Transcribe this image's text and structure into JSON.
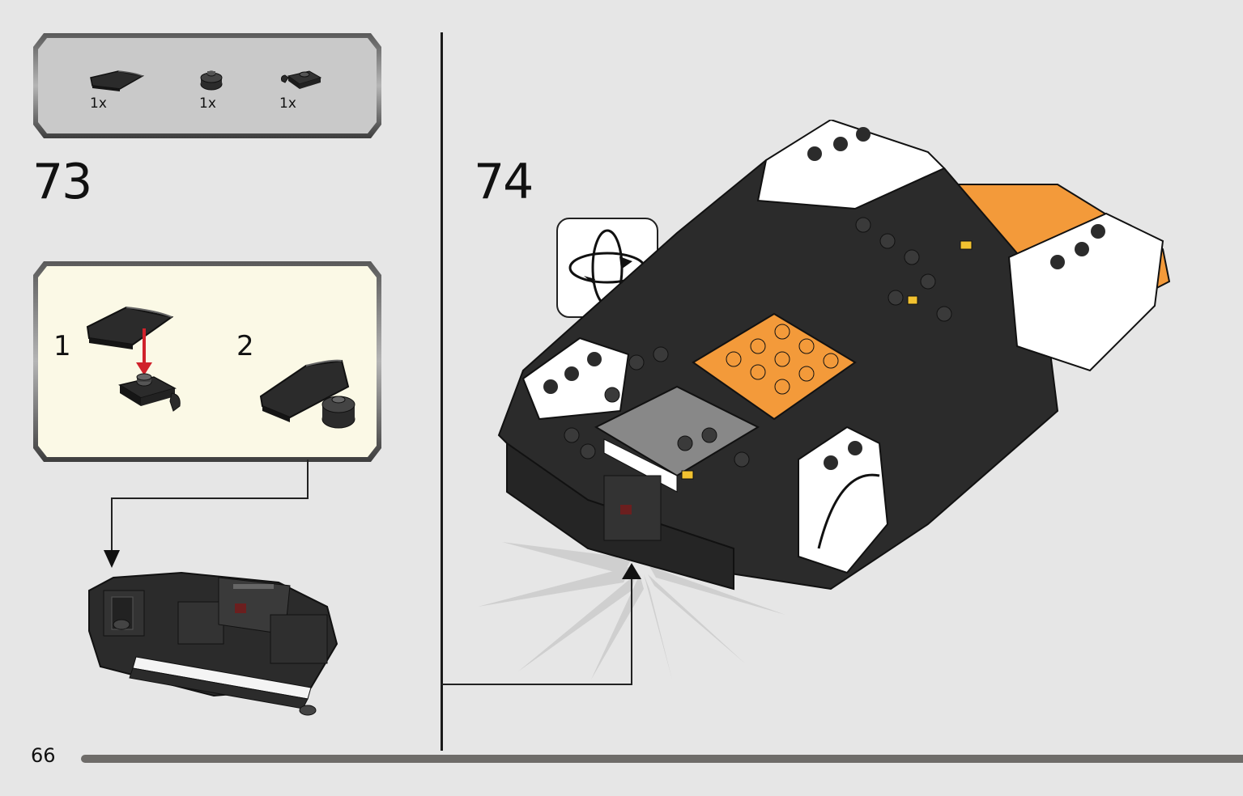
{
  "page": {
    "number": "66",
    "progress_fraction": 0.93
  },
  "step73": {
    "number": "73",
    "parts": [
      {
        "name": "curved-slope-tile-icon",
        "qty": "1x"
      },
      {
        "name": "round-plate-icon",
        "qty": "1x"
      },
      {
        "name": "plate-with-clip-icon",
        "qty": "1x"
      }
    ],
    "substeps": {
      "first": "1",
      "second": "2"
    }
  },
  "step74": {
    "number": "74",
    "rotate_icon": "rotate-model-icon"
  },
  "colors": {
    "page_bg": "#e6e6e6",
    "parts_panel_bg": "#c9c9c9",
    "substep_panel_bg": "#fbf9e6",
    "brick_black": "#2b2b2b",
    "brick_orange": "#f39a3a",
    "brick_white": "#ffffff",
    "arrow_red": "#d0222b",
    "progress_bar": "#6e6c69"
  }
}
